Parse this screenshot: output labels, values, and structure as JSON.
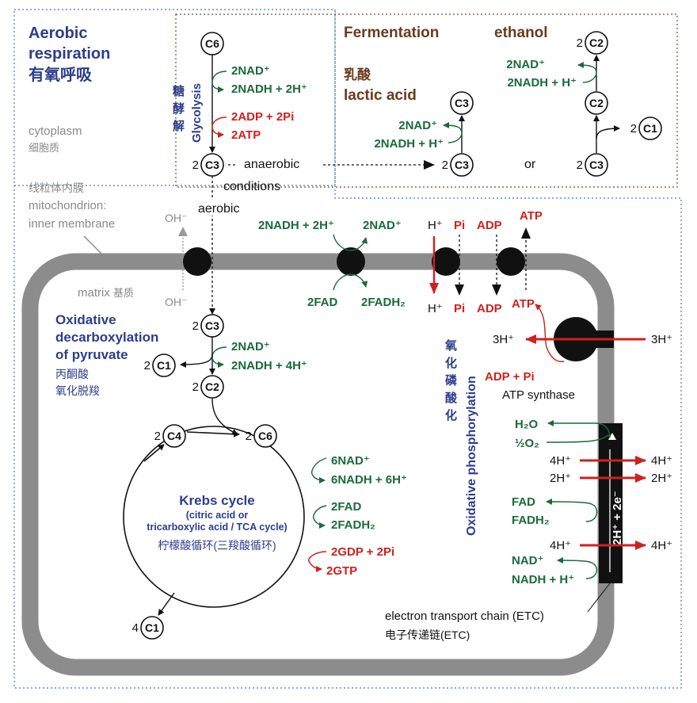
{
  "aerobic": {
    "title_line1": "Aerobic",
    "title_line2": "respiration",
    "title_cn": "有氧呼吸"
  },
  "cytoplasm": {
    "label": "cytoplasm",
    "label_cn": "细胞质"
  },
  "membrane": {
    "label_cn": "线粒体内膜",
    "label_line1": "mitochondrion:",
    "label_line2": "inner membrane"
  },
  "hydroxide": {
    "top": "OH⁻",
    "bottom": "OH⁻"
  },
  "matrix": {
    "label": "matrix",
    "label_cn": "基质"
  },
  "glycolysis": {
    "label": "Glycolysis",
    "label_cn": [
      "糖",
      "酵",
      "解"
    ],
    "start": "C6",
    "nad": "2NAD⁺",
    "nadh": "2NADH + 2H⁺",
    "adp": "2ADP + 2Pi",
    "atp": "2ATP",
    "end_coef": "2",
    "end": "C3"
  },
  "paths": {
    "anaerobic": "anaerobic",
    "conditions": "conditions",
    "aerobic": "aerobic"
  },
  "fermentation": {
    "title": "Fermentation",
    "lactic_cn": "乳酸",
    "lactic": "lactic acid",
    "lactic_product": "C3",
    "lactic_nad": "2NAD⁺",
    "lactic_nadh": "2NADH + H⁺",
    "lactic_substrate_coef": "2",
    "lactic_substrate": "C3",
    "ethanol": "ethanol",
    "ethanol_coef": "2",
    "ethanol_product": "C2",
    "ethanol_nad": "2NAD⁺",
    "ethanol_nadh": "2NADH + H⁺",
    "ethanol_intermediate": "C2",
    "co2_coef": "2",
    "co2": "C1",
    "or": "or",
    "ethanol_substrate_coef": "2",
    "ethanol_substrate": "C3"
  },
  "complex2": {
    "nadh": "2NADH + 2H⁺",
    "nad": "2NAD⁺",
    "fad": "2FAD",
    "fadh2": "2FADH₂"
  },
  "transport": {
    "h_top": "H⁺",
    "h_bottom": "H⁺",
    "pi_top": "Pi",
    "pi_bottom": "Pi",
    "adp_top": "ADP",
    "adp_bottom": "ADP",
    "atp_top": "ATP"
  },
  "synthase": {
    "atp": "ATP",
    "h_left": "3H⁺",
    "h_right": "3H⁺",
    "adp_pi": "ADP + Pi",
    "label": "ATP synthase"
  },
  "pyruvate": {
    "title_line1": "Oxidative",
    "title_line2": "decarboxylation",
    "title_line3": "of pyruvate",
    "cn_line1": "丙酮酸",
    "cn_line2": "氧化脱羧",
    "c3_coef": "2",
    "c3": "C3",
    "nad": "2NAD⁺",
    "nadh": "2NADH + 4H⁺",
    "c1_coef": "2",
    "c1": "C1",
    "c2_coef": "2",
    "c2": "C2"
  },
  "krebs": {
    "c4_coef": "2",
    "c4": "C4",
    "c6_coef": "2",
    "c6": "C6",
    "title": "Krebs cycle",
    "sub1": "(citric acid or",
    "sub2": "tricarboxylic acid / TCA cycle)",
    "cn": "柠檬酸循环(三羧酸循环)",
    "nad": "6NAD⁺",
    "nadh": "6NADH + 6H⁺",
    "fad": "2FAD",
    "fadh2": "2FADH₂",
    "gdp": "2GDP + 2Pi",
    "gtp": "2GTP",
    "c1_coef": "4",
    "c1": "C1"
  },
  "oxphos": {
    "label": "Oxidative phosphorylation",
    "label_cn": [
      "氧",
      "化",
      "磷",
      "酸",
      "化"
    ]
  },
  "etc": {
    "h2o": "H₂O",
    "o2": "½O₂",
    "h4_left_a": "4H⁺",
    "h4_right_a": "4H⁺",
    "h2_left": "2H⁺",
    "h2_right": "2H⁺",
    "fad": "FAD",
    "fadh2": "FADH₂",
    "h4_left_b": "4H⁺",
    "h4_right_b": "4H⁺",
    "nad": "NAD⁺",
    "nadh": "NADH + H⁺",
    "electrons": "2H⁺ + 2e⁻",
    "label": "electron transport chain (ETC)",
    "label_cn": "电子传递链(ETC)"
  },
  "colors": {
    "green": "#1b6a3a",
    "red": "#d0201e",
    "blue": "#2b3d8c",
    "membrane": "#8c8c8c",
    "brown": "#6b3a1e"
  }
}
